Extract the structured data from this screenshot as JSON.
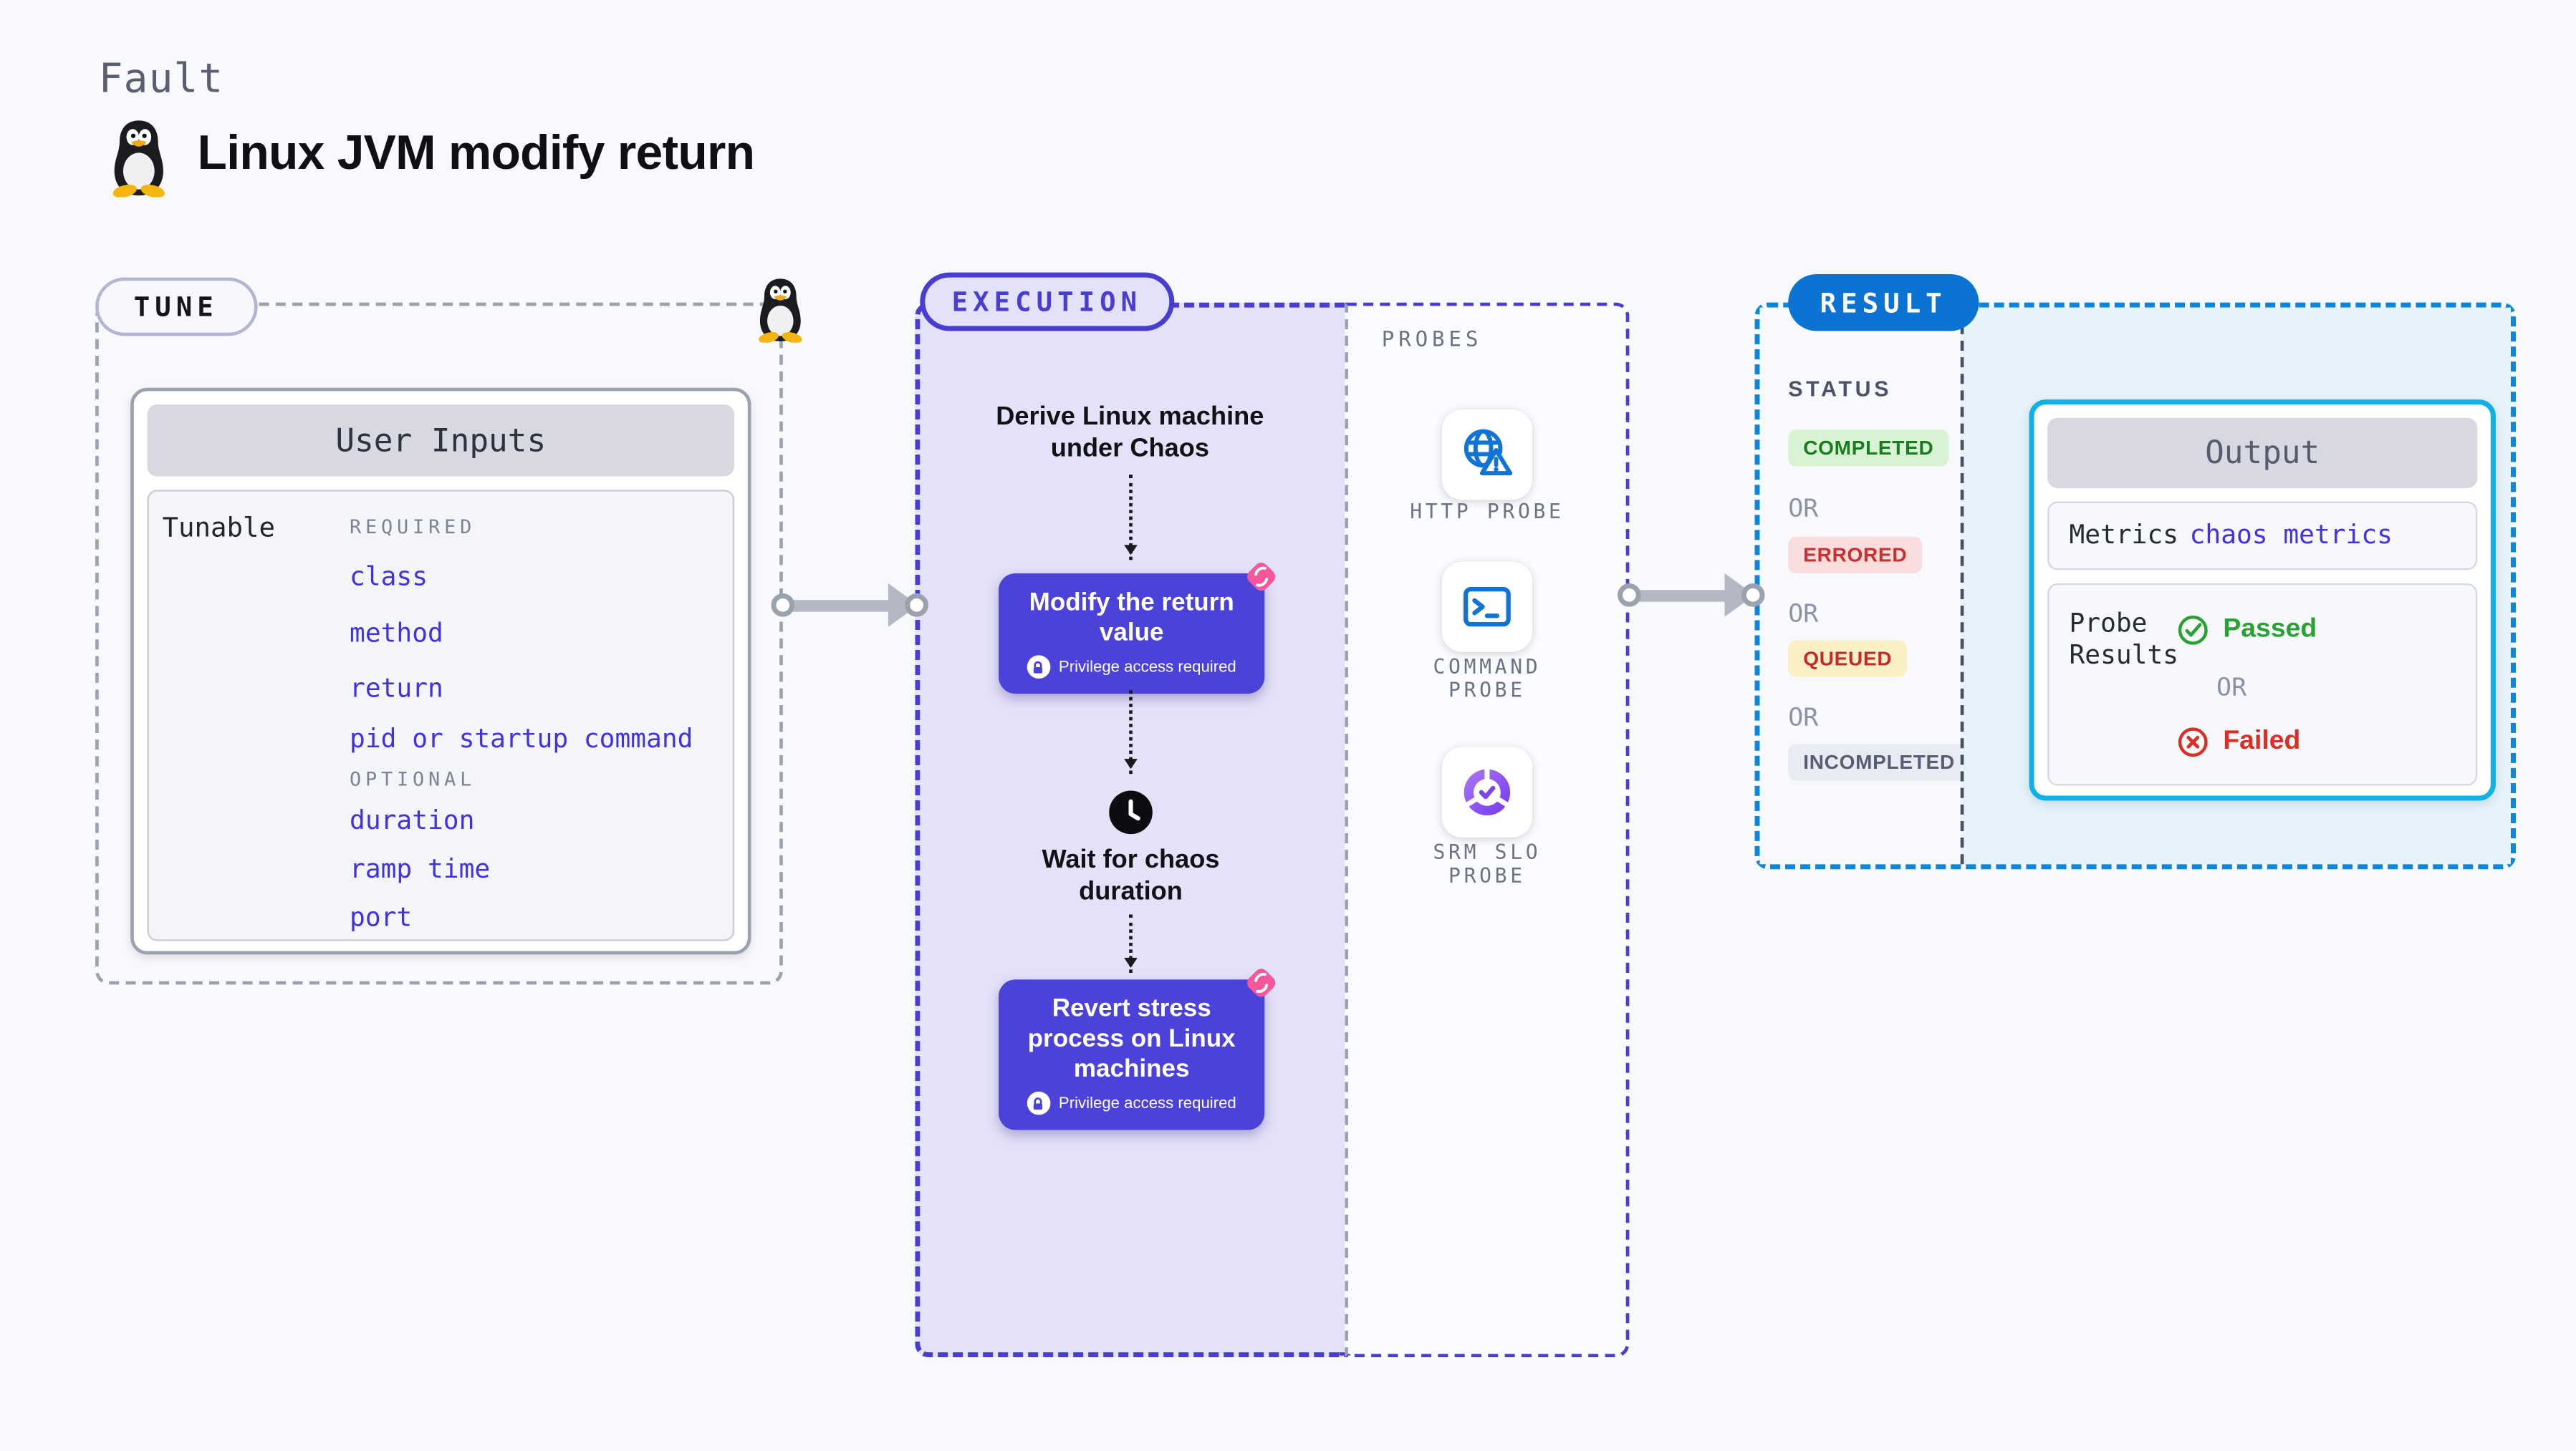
{
  "page": {
    "label": "Fault",
    "title": "Linux JVM modify return"
  },
  "tune": {
    "badge": "TUNE",
    "card": {
      "title": "User Inputs",
      "row_label": "Tunable",
      "required_label": "REQUIRED",
      "required_items": [
        "class",
        "method",
        "return",
        "pid or startup command"
      ],
      "optional_label": "OPTIONAL",
      "optional_items": [
        "duration",
        "ramp time",
        "port"
      ]
    }
  },
  "execution": {
    "badge": "EXECUTION",
    "derive_label": "Derive Linux machine under Chaos",
    "modify": {
      "label": "Modify the return value",
      "note": "Privilege access required"
    },
    "wait_label": "Wait for chaos duration",
    "revert": {
      "label": "Revert stress process on Linux machines",
      "note": "Privilege access required"
    }
  },
  "probes": {
    "label": "PROBES",
    "items": [
      {
        "label": "HTTP PROBE",
        "icon": "globe-alert-icon"
      },
      {
        "label": "COMMAND PROBE",
        "icon": "terminal-icon"
      },
      {
        "label": "SRM SLO PROBE",
        "icon": "slo-donut-icon"
      }
    ]
  },
  "result": {
    "badge": "RESULT",
    "status_label": "STATUS",
    "or": "OR",
    "statuses": [
      {
        "label": "COMPLETED",
        "bg": "#d9f2d4",
        "fg": "#1a7c20"
      },
      {
        "label": "ERRORED",
        "bg": "#fadddd",
        "fg": "#cf2e2e"
      },
      {
        "label": "QUEUED",
        "bg": "#faf0c5",
        "fg": "#c32b2b"
      },
      {
        "label": "INCOMPLETED",
        "bg": "#e9ebf2",
        "fg": "#575d72"
      }
    ],
    "output": {
      "title": "Output",
      "metrics_label": "Metrics",
      "metrics_value": "chaos metrics",
      "probe_results_label": "Probe Results",
      "passed_label": "Passed",
      "failed_label": "Failed"
    }
  },
  "colors": {
    "page_bg": "#f8f9fc",
    "accent_indigo": "#4b42da",
    "execution_border": "#4a3ed2",
    "execution_bg": "#e4e2f8",
    "result_blue": "#0b73d2",
    "result_border": "#0d85da",
    "output_border": "#0fb1e7",
    "output_bg": "#e7f3fa",
    "link_blue": "#4032e4",
    "probe_icon_blue": "#1273d6",
    "chaos_pink": "#f4589b",
    "passed_green": "#27a233",
    "failed_red": "#d93025",
    "arrow_gray": "#b4b8c5"
  }
}
